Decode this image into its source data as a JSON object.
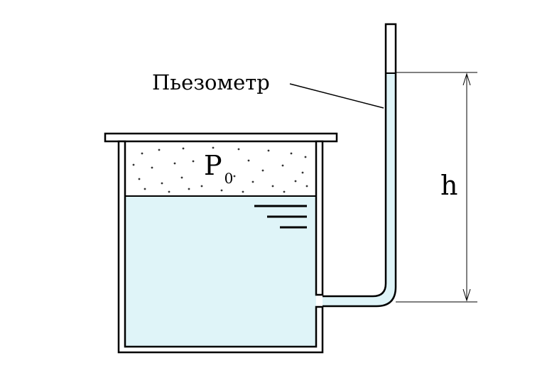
{
  "labels": {
    "piezometer": "Пьезометр",
    "pressure_symbol": "P",
    "pressure_subscript": "0",
    "height": "h"
  },
  "colors": {
    "liquid": "#dff4f8",
    "outline": "#000000",
    "background": "#ffffff",
    "dots": "#333333"
  }
}
